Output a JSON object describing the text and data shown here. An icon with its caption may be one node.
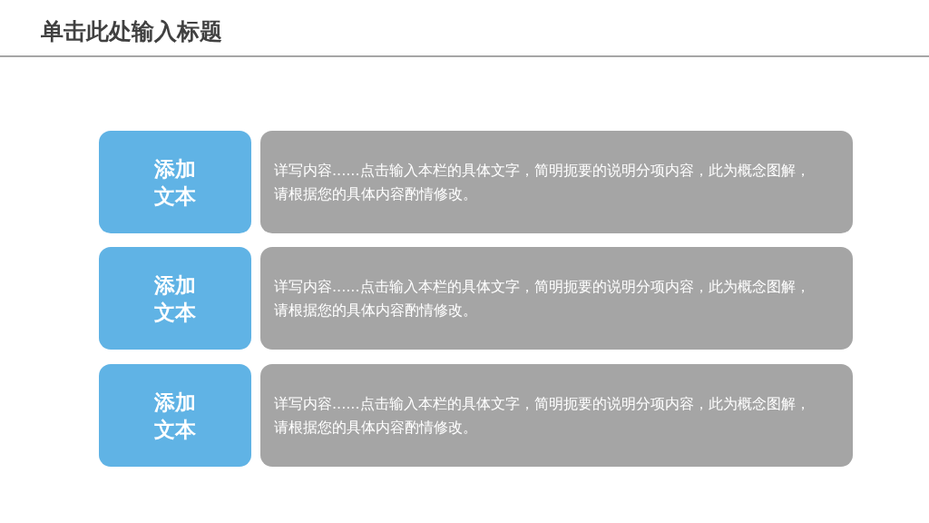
{
  "diagram": {
    "title": "单击此处输入标题",
    "nodes": [
      {
        "text": [
          "添加文本"
        ]
      },
      {
        "text": [
          "详写内容......点击输入本栏的具体文字，简明扼要的说明分项内容，此为概念图解，请根据您的具体内容酌情修改。"
        ]
      },
      {
        "text": [
          "添加文本"
        ]
      },
      {
        "text": [
          "详写内容......点击输入本栏的具体文字，简明扼要的说明分项内容，此为概念图解，请根据您的具体内容酌情修改。"
        ]
      },
      {
        "text": [
          "添加文本"
        ]
      },
      {
        "text": [
          "详写内容......点击输入本栏的具体文字，简明扼要的说明分项内容，此为概念图解，请根据您的具体内容酌情修改。"
        ]
      }
    ]
  }
}
